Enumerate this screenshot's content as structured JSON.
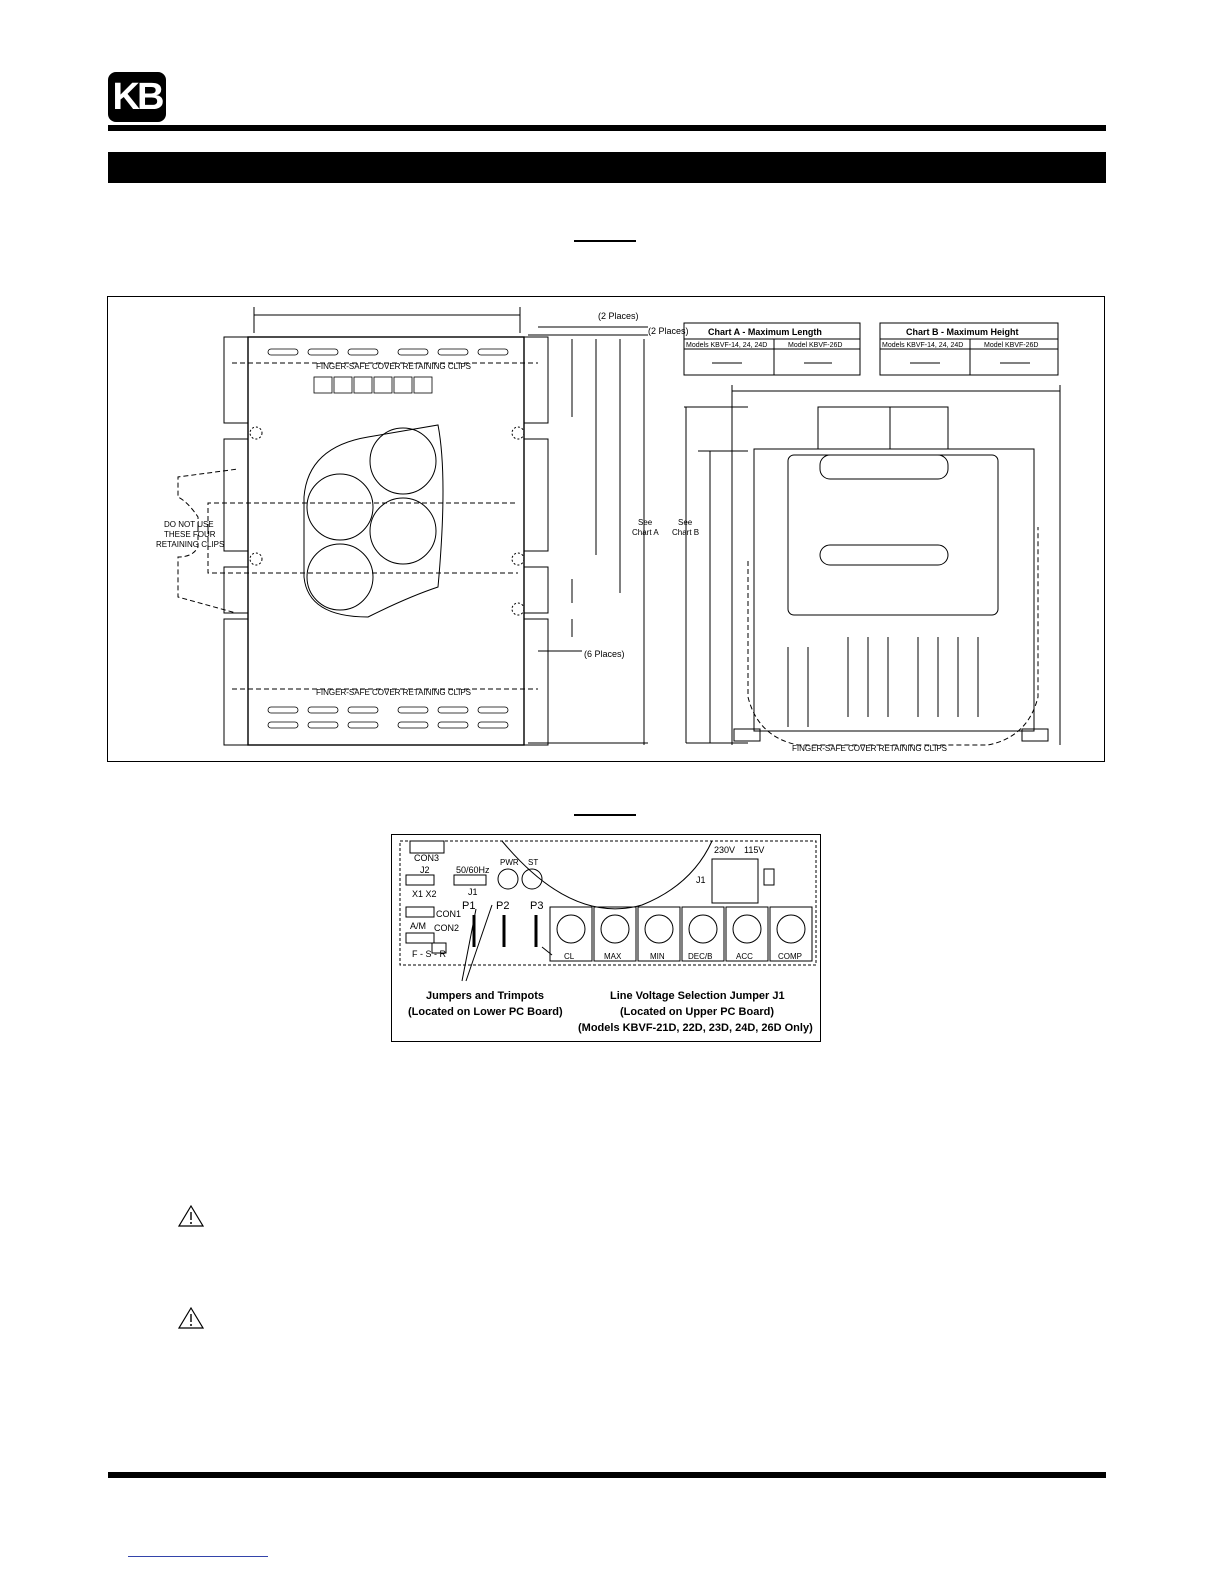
{
  "header": {
    "logo_text": "KB"
  },
  "figure1": {
    "places_2a": "(2 Places)",
    "places_2b": "(2 Places)",
    "places_6": "(6 Places)",
    "cover_clips_top": "FINGER-SAFE COVER RETAINING CLIPS",
    "cover_clips_bottom": "FINGER-SAFE COVER RETAINING CLIPS",
    "cover_clips_side": "FINGER-SAFE COVER RETAINING CLIPS",
    "do_not_use_1": "DO NOT USE",
    "do_not_use_2": "THESE FOUR",
    "do_not_use_3": "RETAINING CLIPS",
    "see_chart_a_1": "See",
    "see_chart_a_2": "Chart A",
    "see_chart_b_1": "See",
    "see_chart_b_2": "Chart B",
    "chart_a": {
      "title": "Chart A - Maximum Length",
      "col1": "Models KBVF-14, 24, 24D",
      "col2": "Model KBVF-26D"
    },
    "chart_b": {
      "title": "Chart B - Maximum Height",
      "col1": "Models KBVF-14, 24, 24D",
      "col2": "Model KBVF-26D"
    }
  },
  "figure2": {
    "con3": "CON3",
    "j2": "J2",
    "hz": "50/60Hz",
    "x1x2": "X1  X2",
    "j1_left": "J1",
    "con1": "CON1",
    "am": "A/M",
    "con2": "CON2",
    "fsr": "F - S - R",
    "pwr": "PWR",
    "st": "ST",
    "p1": "P1",
    "p2": "P2",
    "p3": "P3",
    "v230": "230V",
    "v115": "115V",
    "j1_right": "J1",
    "trimpots": [
      "CL",
      "MAX",
      "MIN",
      "DEC/B",
      "ACC",
      "COMP"
    ],
    "caption_left_1": "Jumpers and Trimpots",
    "caption_left_2": "(Located on Lower PC Board)",
    "caption_right_1": "Line Voltage Selection Jumper J1",
    "caption_right_2": "(Located on Upper PC Board)",
    "caption_right_3": "(Models KBVF-21D, 22D, 23D, 24D, 26D Only)"
  }
}
